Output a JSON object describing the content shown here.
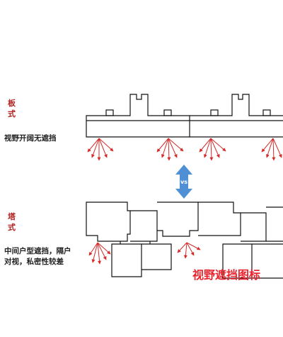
{
  "slab": {
    "label_line1": "板",
    "label_line2": "式",
    "note": "视野开阔无遮挡"
  },
  "tower": {
    "label_line1": "塔",
    "label_line2": "式",
    "note_line1": "中间户型遮挡，隔户",
    "note_line2": "对视，私密性较差"
  },
  "vs_badge": "vs",
  "title": "视野遮挡图标",
  "colors": {
    "label_red": "#b22222",
    "title_red": "#e8252f",
    "arrow_red": "#d42a2a",
    "vs_blue": "#4f8fd6",
    "outline": "#111111"
  }
}
